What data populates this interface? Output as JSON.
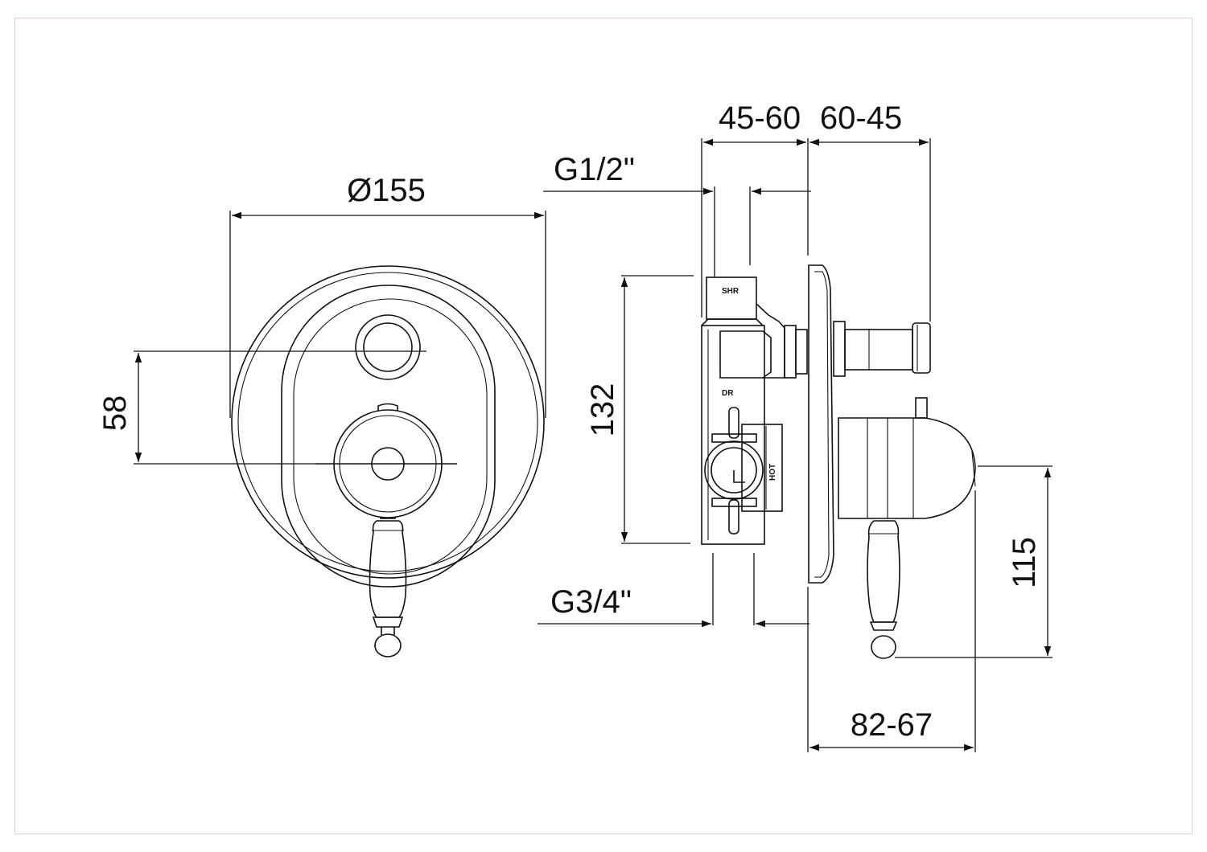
{
  "dimensions": {
    "diameter": "Ø155",
    "spacing": "58",
    "height": "132",
    "depth_left": "45-60",
    "depth_right": "60-45",
    "thread_top": "G1/2\"",
    "thread_bottom": "G3/4\"",
    "lever_drop": "115",
    "projection": "82-67"
  },
  "labels": {
    "shower": "SHR",
    "diverter": "DR",
    "hot": "HOT"
  },
  "colors": {
    "line": "#111111",
    "frame": "#e8c9d6",
    "background": "#ffffff"
  }
}
